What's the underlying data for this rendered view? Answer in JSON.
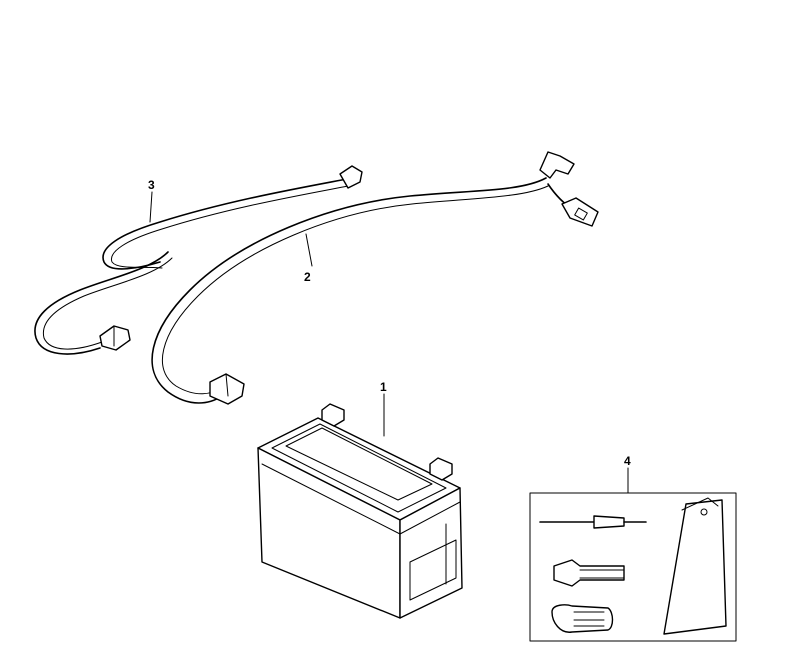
{
  "callouts": {
    "battery": "1",
    "positive_cable": "2",
    "negative_cable": "3",
    "tool_kit": "4"
  },
  "colors": {
    "line": "#000000",
    "background": "#ffffff"
  }
}
